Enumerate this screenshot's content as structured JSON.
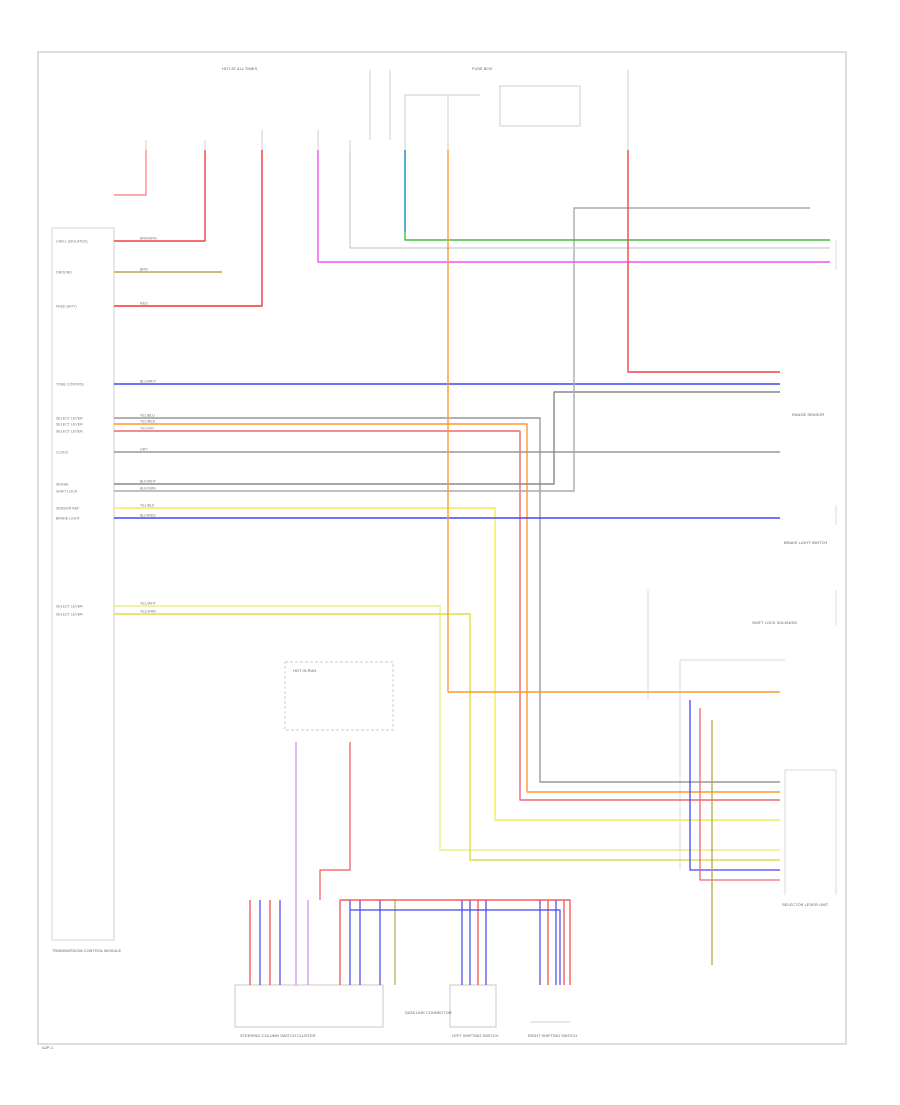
{
  "diagram": {
    "footer_code": "A2P-1",
    "ecm_pins": [
      {
        "label": "CAN-L (ISOLATED)",
        "wire": "BRN/GRN",
        "color": "#ee4444"
      },
      {
        "label": "GROUND",
        "wire": "BRN",
        "color": "#b5a84a"
      },
      {
        "label": "FEED (HOT)",
        "wire": "RED",
        "color": "#ee3333"
      },
      {
        "label": "TONE CONTROL",
        "wire": "BLU/WHT",
        "color": "#4444ee"
      },
      {
        "label": "SELECT LEVER",
        "wire": "YEL/BLU",
        "color": "#999999"
      },
      {
        "label": "SELECT LEVER",
        "wire": "YEL/RED",
        "color": "#ff9933"
      },
      {
        "label": "SELECT LEVER",
        "wire": "YEL/VIO",
        "color": "#ee6677"
      },
      {
        "label": "CLOCK",
        "wire": "GRY",
        "color": "#999999"
      },
      {
        "label": "SIGNAL",
        "wire": "BLK/WHT",
        "color": "#888888"
      },
      {
        "label": "SHIFT LOCK",
        "wire": "BLK/GRN",
        "color": "#aaaaaa"
      },
      {
        "label": "SENSOR REF",
        "wire": "YEL/BLK",
        "color": "#eeee55"
      },
      {
        "label": "BRAKE LIGHT",
        "wire": "BLU/RED",
        "color": "#4444ff"
      },
      {
        "label": "SELECT LEVER",
        "wire": "YEL/WHT",
        "color": "#eeee88"
      },
      {
        "label": "SELECT LEVER",
        "wire": "YEL/GRN",
        "color": "#dddd44"
      }
    ],
    "components": {
      "ecm": "TRANSMISSION CONTROL MODULE",
      "steering": "STEERING COLUMN SWITCH CLUSTER",
      "left_switch": "LEFT SHIFTING SWITCH",
      "right_switch": "RIGHT SHIFTING SWITCH",
      "data_link": "DATA LINK CONNECTOR",
      "brake_switch": "BRAKE LIGHT SWITCH",
      "shift_lock": "SHIFT LOCK SOLENOID",
      "selector": "SELECTOR LEVER UNIT",
      "range_sensor": "RANGE SENSOR",
      "fuse_box": "FUSE BOX",
      "hot_at_all_times": "HOT AT ALL TIMES",
      "hot_in_run": "HOT IN RUN"
    }
  }
}
